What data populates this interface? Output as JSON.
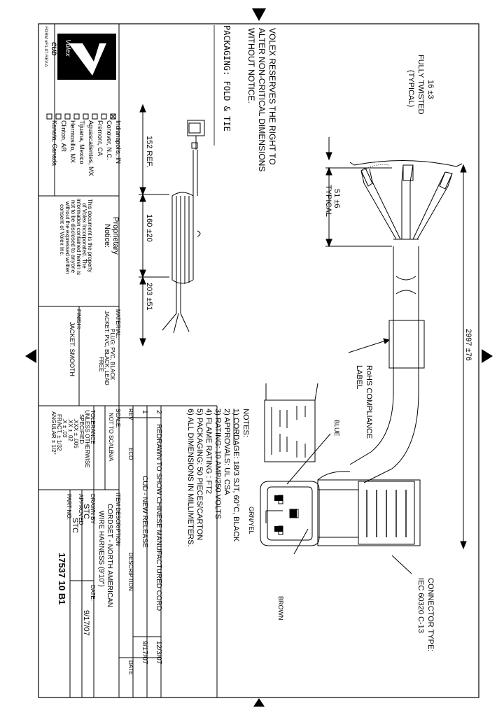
{
  "reserve_notice": [
    "VOLEX RESERVES THE RIGHT TO",
    "ALTER NON-CRITICAL DIMENSIONS",
    "WITHOUT NOTICE."
  ],
  "packaging_title": "PACKAGING: FOLD & TIE",
  "dims": {
    "twisted_1": "16 ±3",
    "twisted_2": "FULLY TWISTED",
    "twisted_3": "(TYPICAL)",
    "strip_1": "51 ±6",
    "strip_2": "TYPICAL",
    "overall": "2997 ±76",
    "ref": "152 REF.",
    "fold": "160 ±20",
    "tail": "203 ±51"
  },
  "labels": {
    "rohs_1": "RoHS COMPLIANCE",
    "rohs_2": "LABEL",
    "connector_1": "CONNECTOR TYPE:",
    "connector_2": "IEC 60320 C-13",
    "blue": "BLUE",
    "grn_yel": "GRN/YEL",
    "brown": "BROWN"
  },
  "notes": {
    "title": "NOTES:",
    "items": [
      "1) CORDAGE: 18/3 SJT, 60°C, BLACK",
      "2) APPROVALS: UL CSA",
      "3) RATING: 10 AMP/250 VOLTS",
      "4) FLAME RATING : FT2",
      "5) PACKAGING: 50 PIECES/CARTON",
      "6) ALL DIMENSIONS IN MILLIMETERS."
    ]
  },
  "revisions": [
    {
      "rev": "2",
      "description": "REDRAWN TO SHOW CHINESE MANUFACTURED CORD",
      "date": "12/3/07"
    },
    {
      "rev": "1",
      "description": "CUD - NEW RELEASE",
      "date": "9/17/07"
    }
  ],
  "title_block": {
    "rev_label": "REV",
    "eco_label": "ECO",
    "description_label": "DESCRIPTION",
    "date_label": "DATE",
    "scale_label": "SCALE:",
    "scale_value": "NOT TO SCALE",
    "eco_value": "N/A",
    "item_description_label": "ITEM DESCRIPTION",
    "item_description_1": "CORDSET - NORTH AMERICAN",
    "item_description_2": "WIRE HARNESS (9'10\")",
    "tolerance": [
      "TOLERANCE",
      "UNLESS OTHERWISE",
      "SPECIFIED",
      ".XXX ± .005",
      ".XX ± .02",
      ".X ± .03",
      "FRACT. ± 1/32",
      "ANGULAR ± 1/2°"
    ],
    "drawn_by_label": "DRAWN BY",
    "drawn_by": "STC",
    "date_label_2": "DATE:",
    "date_value": "9/17/07",
    "approved_label": "APPROVED",
    "approved_by": "STC",
    "part_no_label": "PART NO.",
    "part_no": "17537 10 B1"
  },
  "material": {
    "heading": "MATERIAL:",
    "plug": "PLUG: PVC, BLACK",
    "jacket": "JACKET: PVC, BLACK, LEAD",
    "jacket_2": "FREE",
    "finish": "FINISH:",
    "finish_value": "JACKET: SMOOTH"
  },
  "proprietary": {
    "heading_1": "Proprietary",
    "heading_2": "Notice:",
    "text": [
      "This document is the property",
      "of Volex Incorporated. The",
      "information contained herein is",
      "not to be disclosed to anyone",
      "without the expressed written",
      "consent of Volex Inc."
    ]
  },
  "locations": [
    {
      "name": "Indianapolis, IN",
      "checked": true
    },
    {
      "name": "Conover, N.C.",
      "checked": false
    },
    {
      "name": "Fremont, CA",
      "checked": false
    },
    {
      "name": "Aguascalientes, MX",
      "checked": false
    },
    {
      "name": "Tijuana, Mexico",
      "checked": false
    },
    {
      "name": "Hermosillo, MX",
      "checked": false
    },
    {
      "name": "Clinton, AR",
      "checked": false
    },
    {
      "name": "Kanata, Canada",
      "checked": false
    }
  ],
  "logo": {
    "brand": "Volex",
    "sub": "CUD"
  },
  "form_no": "FORM #F1-07 REV.A"
}
